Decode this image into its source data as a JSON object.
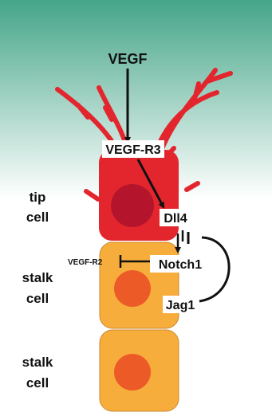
{
  "colors": {
    "gradient_top": "#45a588",
    "gradient_bottom": "#ffffff",
    "tip_cell": "#e3262d",
    "tip_nucleus": "#b5152c",
    "stalk_cell": "#f7ad3c",
    "stalk_nucleus": "#ec5a28",
    "arrow": "#111111",
    "label_box": "#ffffff"
  },
  "labels": {
    "vegf": "VEGF",
    "vegf_r3": "VEGF-R3",
    "dll4": "Dll4",
    "notch1": "Notch1",
    "jag1": "Jag1",
    "vegf_r2": "VEGF-R2"
  },
  "cells": {
    "tip": {
      "line1": "tip",
      "line2": "cell"
    },
    "stalk_upper": {
      "line1": "stalk",
      "line2": "cell"
    },
    "stalk_lower": {
      "line1": "stalk",
      "line2": "cell"
    }
  }
}
